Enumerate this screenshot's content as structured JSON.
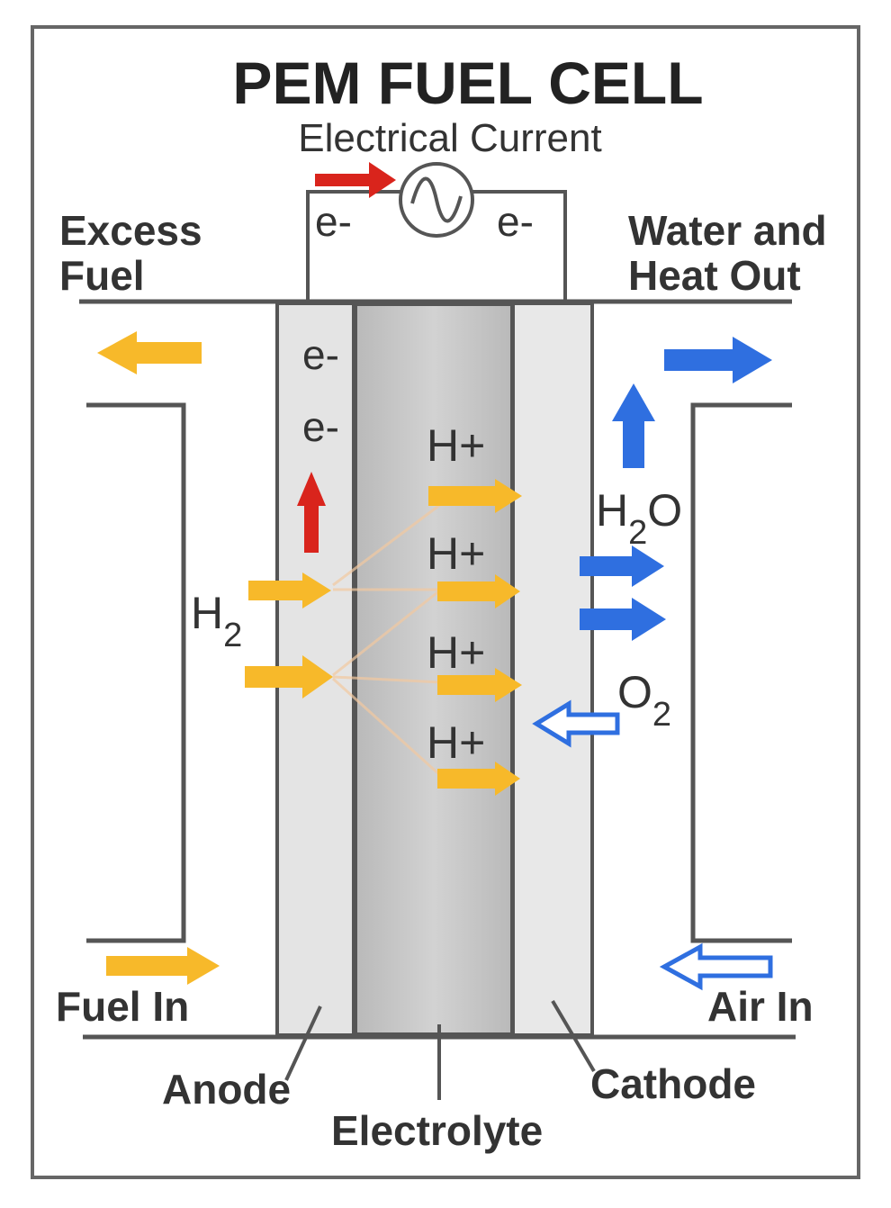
{
  "title": "PEM FUEL CELL",
  "current_label": "Electrical Current",
  "electron": "e-",
  "labels": {
    "excess_fuel": [
      "Excess",
      "Fuel"
    ],
    "water_heat": [
      "Water and",
      "Heat Out"
    ],
    "fuel_in": "Fuel In",
    "air_in": "Air In",
    "anode": "Anode",
    "electrolyte": "Electrolyte",
    "cathode": "Cathode"
  },
  "species": {
    "h2": {
      "base": "H",
      "sub": "2"
    },
    "h2o": {
      "base": "H",
      "sub": "2",
      "tail": "O"
    },
    "o2": {
      "base": "O",
      "sub": "2"
    },
    "h_plus": [
      "H+",
      "H+",
      "H+",
      "H+"
    ]
  },
  "colors": {
    "fuel": "#f7b92a",
    "water": "#2f6fe0",
    "electron_flow": "#d9241c",
    "outline": "#555555",
    "anode_fill": "#e4e4e4",
    "cathode_fill": "#e8e8e8",
    "electrolyte_fill": "#c2c2c2"
  }
}
